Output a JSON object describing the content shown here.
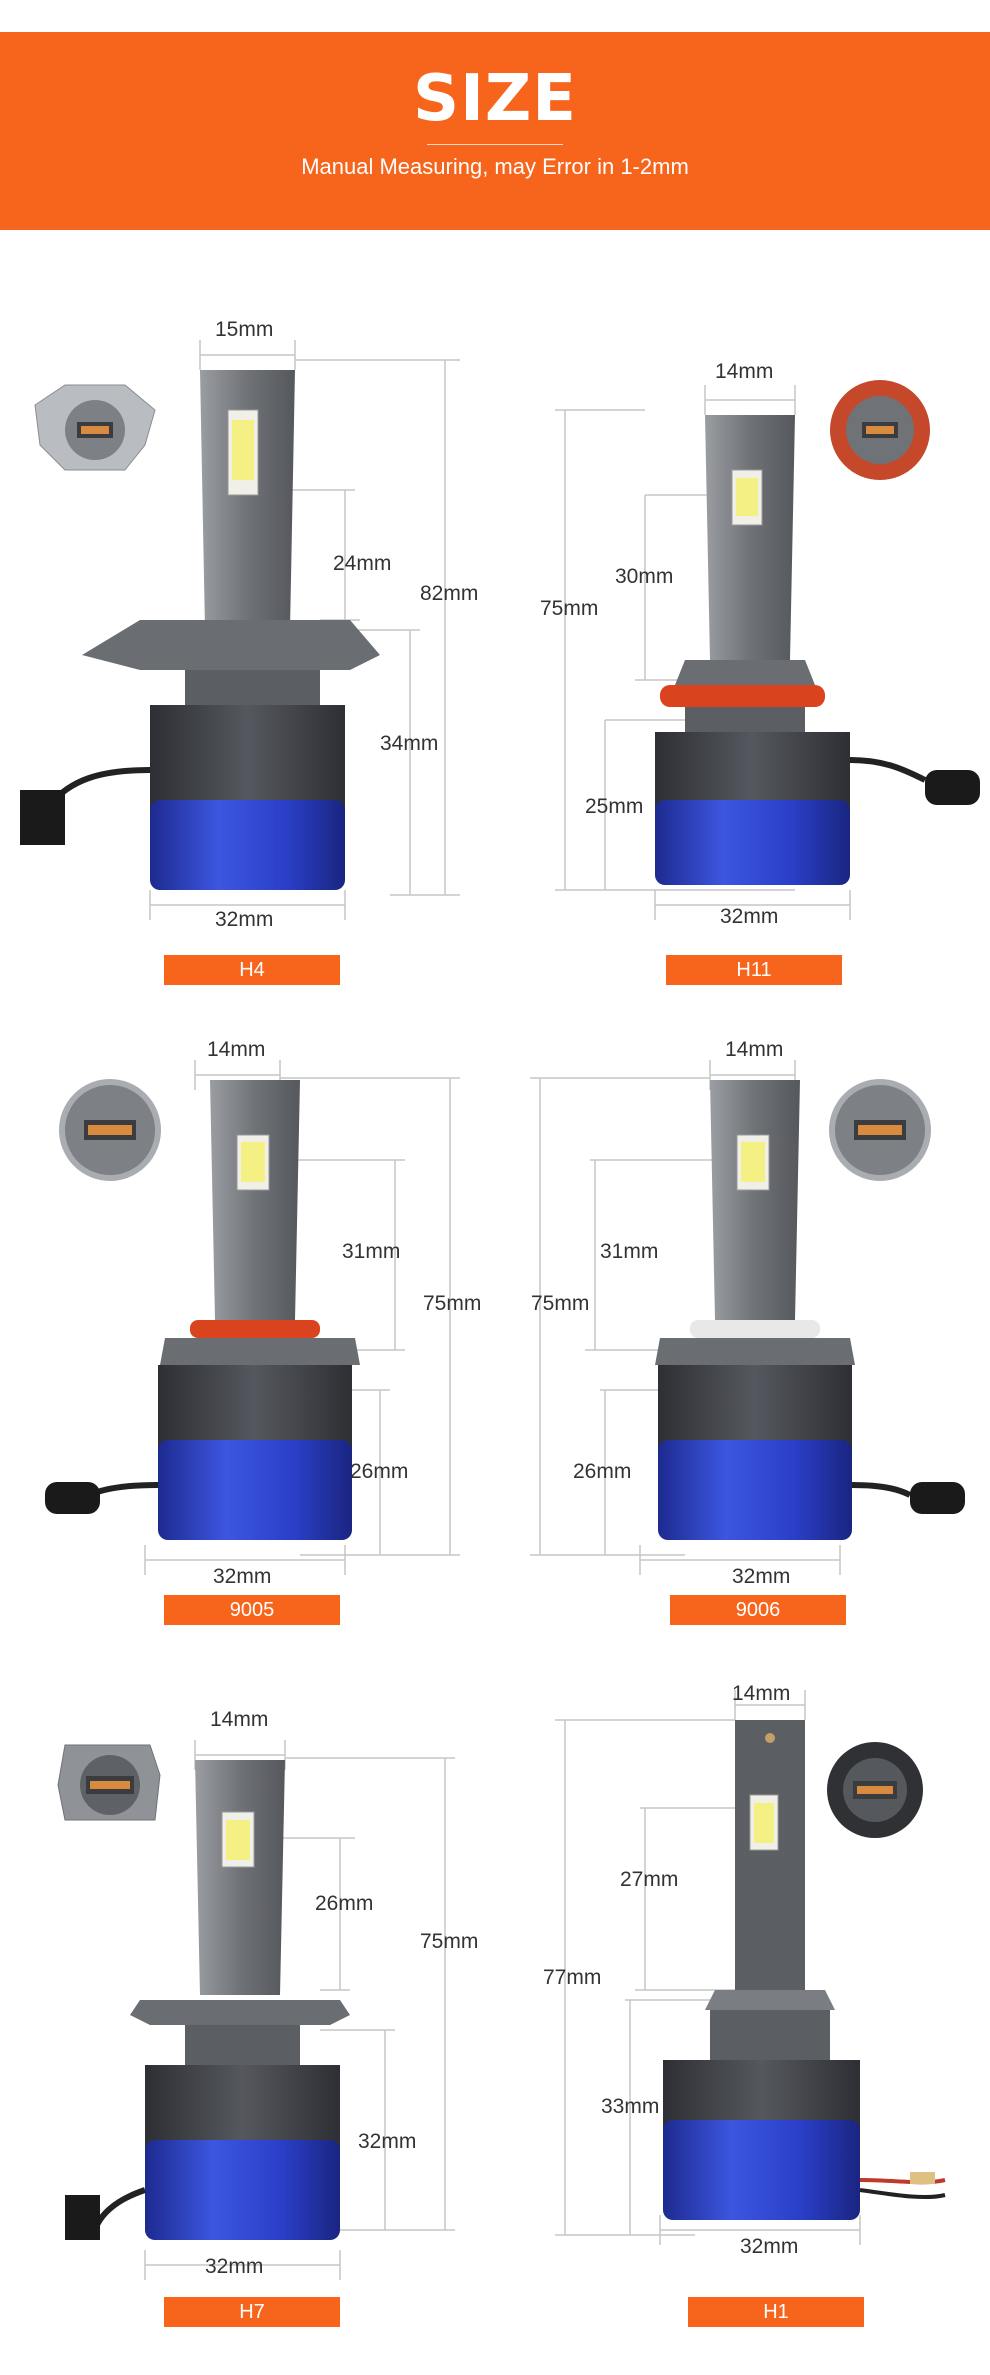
{
  "header": {
    "title": "SIZE",
    "subtitle": "Manual Measuring, may Error in 1-2mm"
  },
  "colors": {
    "accent": "#f7641c",
    "bulb_body": "#6b6e73",
    "heatsink": "#3d3f45",
    "base": "#2a3fc8"
  },
  "bulbs": [
    {
      "model": "H4",
      "top_width": "15mm",
      "chip_height": "24mm",
      "total_length": "82mm",
      "base_height": "34mm",
      "base_width": "32mm"
    },
    {
      "model": "H11",
      "top_width": "14mm",
      "chip_height": "30mm",
      "total_length": "75mm",
      "base_height": "25mm",
      "base_width": "32mm"
    },
    {
      "model": "9005",
      "top_width": "14mm",
      "chip_height": "31mm",
      "total_length": "75mm",
      "base_height": "26mm",
      "base_width": "32mm"
    },
    {
      "model": "9006",
      "top_width": "14mm",
      "chip_height": "31mm",
      "total_length": "75mm",
      "base_height": "26mm",
      "base_width": "32mm"
    },
    {
      "model": "H7",
      "top_width": "14mm",
      "chip_height": "26mm",
      "total_length": "75mm",
      "base_height": "32mm",
      "base_width": "32mm"
    },
    {
      "model": "H1",
      "top_width": "14mm",
      "chip_height": "27mm",
      "total_length": "77mm",
      "base_height": "33mm",
      "base_width": "32mm"
    }
  ]
}
